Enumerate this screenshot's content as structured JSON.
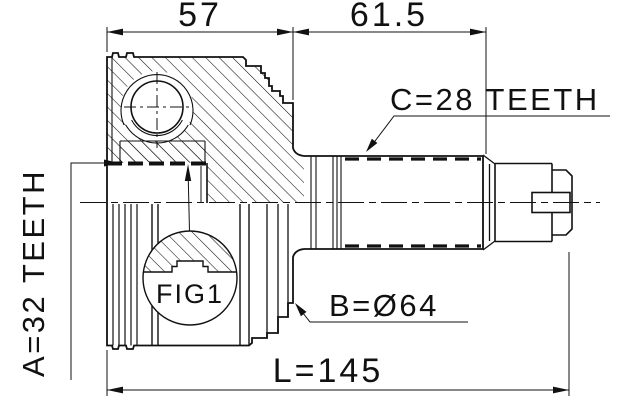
{
  "drawing": {
    "figure_label": "FIG1",
    "dim_top_left": "57",
    "dim_top_right": "61.5",
    "dim_overall_length": "L=145",
    "label_inner_spline_teeth": "A=32 TEETH",
    "label_shaft_spline_teeth": "C=28 TEETH",
    "label_body_diameter": "B=Ø64",
    "colors": {
      "background": "#ffffff",
      "line": "#111111"
    }
  }
}
